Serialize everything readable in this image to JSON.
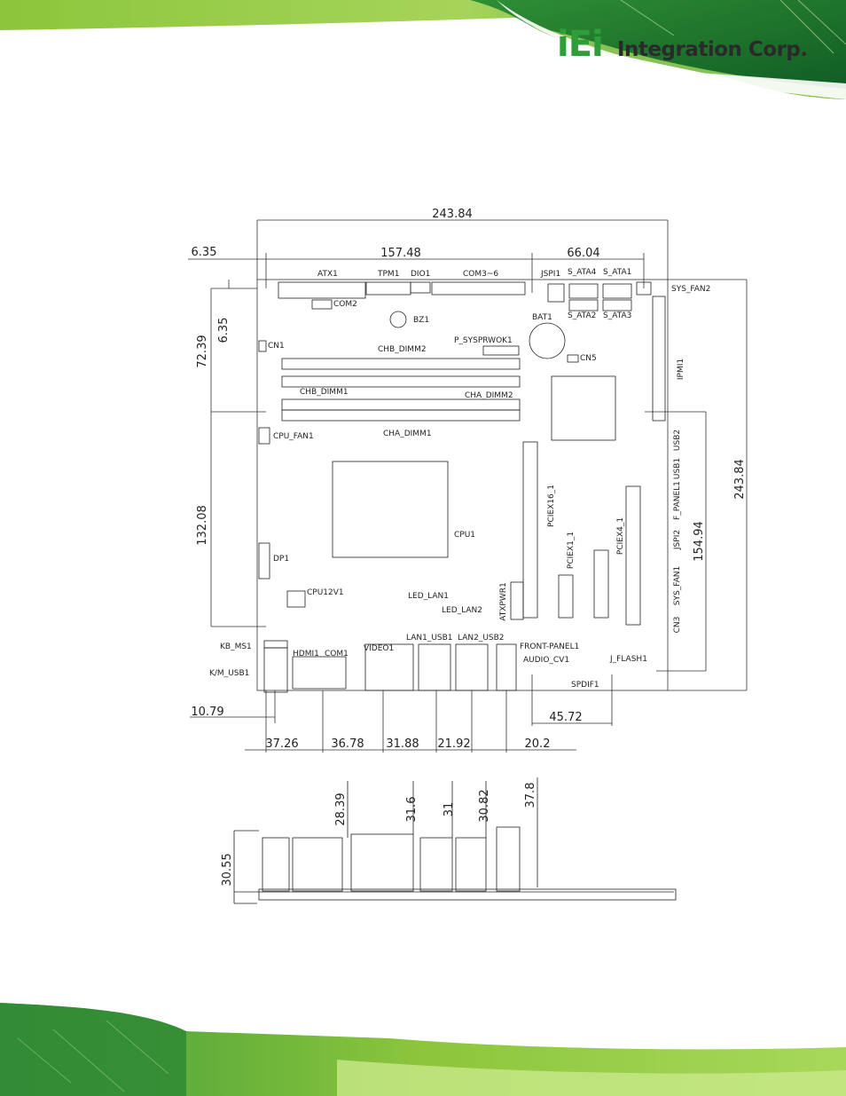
{
  "brand": {
    "logo_mark": "iEi",
    "logo_name": "Integration Corp.",
    "colors": {
      "green": "#3c9d3c",
      "light_green": "#8cc83c",
      "dark_green": "#1f6b2e",
      "gray": "#2a2a2a"
    }
  },
  "dimensions": {
    "overall_width": "243.84",
    "top_mid": "157.48",
    "top_right": "66.04",
    "top_left": "6.35",
    "left_upper": "72.39",
    "left_upper_small": "6.35",
    "left_lower": "132.08",
    "right_height": "243.84",
    "right_inner": "154.94",
    "bottom_left_offset": "10.79",
    "bottom_right_offset": "45.72",
    "bottom_row": [
      "37.26",
      "36.78",
      "31.88",
      "21.92",
      "20.2"
    ],
    "rear_heights": [
      "28.39",
      "31.6",
      "31",
      "30.82",
      "37.8"
    ],
    "rear_side": "30.55"
  },
  "labels": {
    "atx1": "ATX1",
    "tpm1": "TPM1",
    "dio1": "DIO1",
    "com3_6": "COM3~6",
    "jspi1": "JSPI1",
    "s_ata4": "S_ATA4",
    "s_ata1": "S_ATA1",
    "sys_fan2": "SYS_FAN2",
    "com2": "COM2",
    "bz1": "BZ1",
    "s_ata2": "S_ATA2",
    "s_ata3": "S_ATA3",
    "bat1": "BAT1",
    "cn1": "CN1",
    "p_sysprwok1": "P_SYSPRWOK1",
    "chb_dimm2": "CHB_DIMM2",
    "cn5": "CN5",
    "ipmi1": "IPMI1",
    "chb_dimm1": "CHB_DIMM1",
    "cha_dimm2": "CHA_DIMM2",
    "cpu_fan1": "CPU_FAN1",
    "cha_dimm1": "CHA_DIMM1",
    "usb2": "USB2",
    "usb1": "USB1",
    "pciex16_1": "PCIEX16_1",
    "cpu1": "CPU1",
    "pciex1_1": "PCIEX1_1",
    "pciex4_1": "PCIEX4_1",
    "jspi2": "JSPI2",
    "f_panel1": "F_PANEL1",
    "dp1": "DP1",
    "sys_fan1": "SYS_FAN1",
    "cn3": "CN3",
    "cpu12v1": "CPU12V1",
    "led_lan1": "LED_LAN1",
    "led_lan2": "LED_LAN2",
    "atxpwr1": "ATXPWR1",
    "kb_ms1": "KB_MS1",
    "hdmi1": "HDMI1",
    "com1": "COM1",
    "video1": "VIDEO1",
    "lan1_usb1": "LAN1_USB1",
    "lan2_usb2": "LAN2_USB2",
    "front_panel1": "FRONT-PANEL1",
    "audio_cv1": "AUDIO_CV1",
    "j_flash1": "J_FLASH1",
    "km_usb1": "K/M_USB1",
    "spdif1": "SPDIF1"
  }
}
